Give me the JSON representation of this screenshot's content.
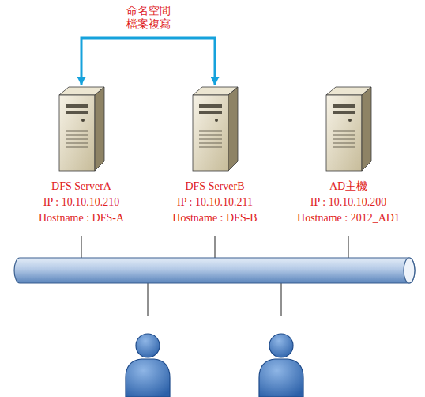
{
  "diagram": {
    "nodes": [
      {
        "text": [
          "DFS ServerA",
          "IP : 10.10.10.210",
          "Hostname : DFS-A"
        ]
      },
      {
        "text": [
          "DFS ServerB",
          "IP : 10.10.10.211",
          "Hostname : DFS-B"
        ]
      },
      {
        "text": [
          "AD主機",
          "IP : 10.10.10.200",
          "Hostname : 2012_AD1"
        ]
      }
    ],
    "edges": [
      {
        "from": 0,
        "to": 1,
        "arrow": "both",
        "label": "命名空間 檔案複寫"
      }
    ]
  }
}
